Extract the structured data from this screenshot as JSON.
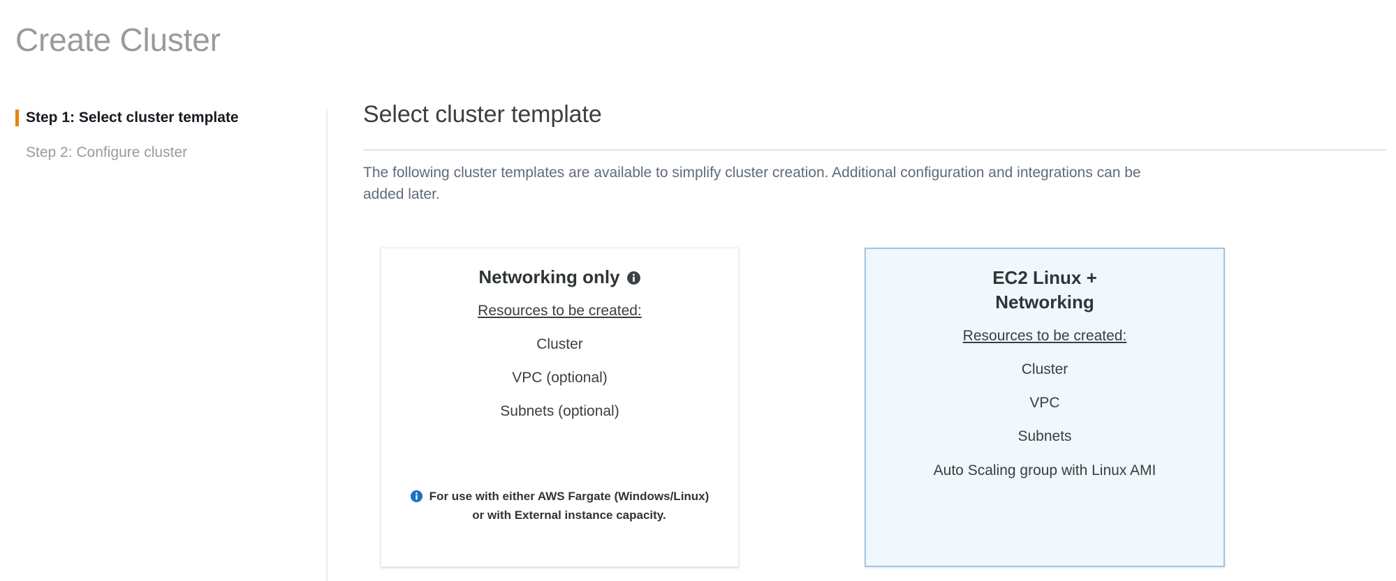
{
  "page": {
    "title": "Create Cluster"
  },
  "wizard": {
    "steps": [
      {
        "label": "Step 1: Select cluster template",
        "active": true
      },
      {
        "label": "Step 2: Configure cluster",
        "active": false
      }
    ],
    "active_step_marker_color": "#e8830c"
  },
  "main": {
    "section_title": "Select cluster template",
    "description": "The following cluster templates are available to simplify cluster creation. Additional configuration and integrations can be added later.",
    "cards": [
      {
        "title": "Networking only",
        "title_icon": "info-circle-icon",
        "selected": false,
        "resources_label": "Resources to be created:",
        "resources": [
          "Cluster",
          "VPC (optional)",
          "Subnets (optional)"
        ],
        "note_icon": "info-circle-icon",
        "note": "For use with either AWS Fargate (Windows/Linux) or with External instance capacity."
      },
      {
        "title": "EC2 Linux + Networking",
        "selected": true,
        "resources_label": "Resources to be created:",
        "resources": [
          "Cluster",
          "VPC",
          "Subnets",
          "Auto Scaling group with Linux AMI"
        ]
      }
    ]
  },
  "colors": {
    "accent_orange": "#e8830c",
    "selected_card_border": "#9fc5e8",
    "selected_card_background": "#f0f7fd",
    "note_icon_blue": "#1f6fc4",
    "title_icon_dark": "#3d4246",
    "page_title_gray": "#9a9a9a",
    "body_text": "#3d3d3d"
  }
}
